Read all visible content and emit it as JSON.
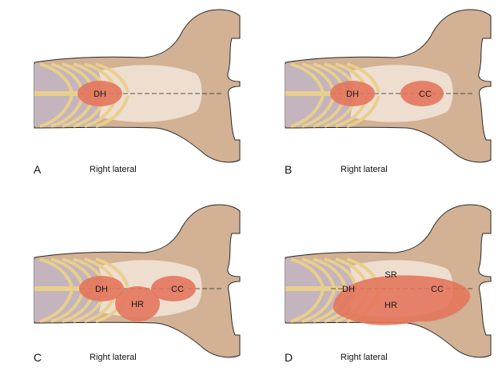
{
  "figure": {
    "panels": [
      {
        "letter": "A",
        "caption": "Right lateral",
        "regions": [
          {
            "id": "DH",
            "label": "DH"
          }
        ]
      },
      {
        "letter": "B",
        "caption": "Right lateral",
        "regions": [
          {
            "id": "DH",
            "label": "DH"
          },
          {
            "id": "CC",
            "label": "CC"
          }
        ]
      },
      {
        "letter": "C",
        "caption": "Right lateral",
        "regions": [
          {
            "id": "DH",
            "label": "DH"
          },
          {
            "id": "CC",
            "label": "CC"
          },
          {
            "id": "HR",
            "label": "HR"
          }
        ]
      },
      {
        "letter": "D",
        "caption": "Right lateral",
        "regions": [
          {
            "id": "DH",
            "label": "DH"
          },
          {
            "id": "SR",
            "label": "SR"
          },
          {
            "id": "CC",
            "label": "CC"
          },
          {
            "id": "HR",
            "label": "HR"
          }
        ]
      }
    ],
    "colors": {
      "body": "#d2b194",
      "abdomen_light": "#efe3d6",
      "rib": "#e9cf8c",
      "lung": "#c4b4bd",
      "region": "#e4745a",
      "outline": "#2a2a2a"
    }
  }
}
